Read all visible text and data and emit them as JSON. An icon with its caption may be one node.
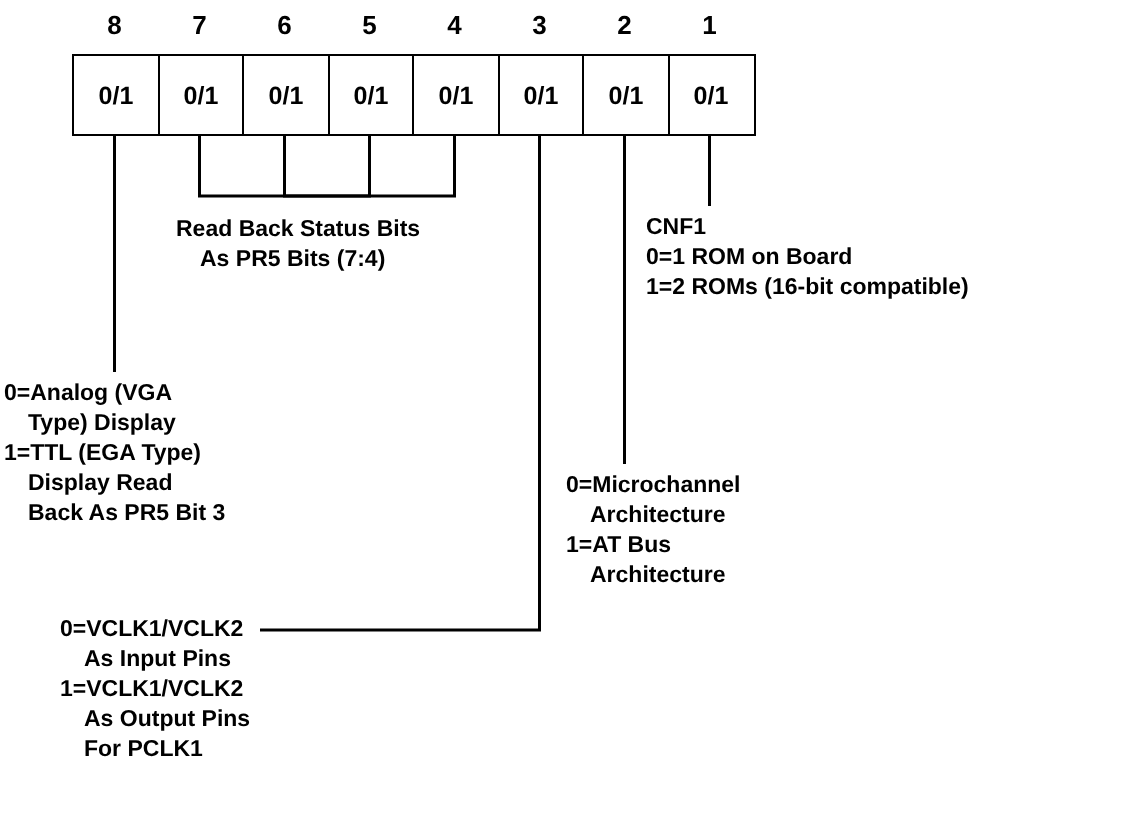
{
  "diagram": {
    "nodes": [
      {
        "text": [
          "0/1"
        ],
        "beside": [
          "8"
        ]
      },
      {
        "text": [
          "0/1"
        ],
        "beside": [
          "7"
        ]
      },
      {
        "text": [
          "0/1"
        ],
        "beside": [
          "6"
        ]
      },
      {
        "text": [
          "0/1"
        ],
        "beside": [
          "5"
        ]
      },
      {
        "text": [
          "0/1"
        ],
        "beside": [
          "4"
        ]
      },
      {
        "text": [
          "0/1"
        ],
        "beside": [
          "3"
        ]
      },
      {
        "text": [
          "0/1"
        ],
        "beside": [
          "2"
        ]
      },
      {
        "text": [
          "0/1"
        ],
        "beside": [
          "1"
        ]
      },
      {
        "text": [
          "Read Back Status Bits As PR5 Bits (7:4)"
        ]
      },
      {
        "text": [
          "CNF1",
          "0=1 ROM on Board",
          "1=2 ROMs (16-bit compatible)"
        ]
      },
      {
        "text": [
          "0=Analog (VGA Type) Display",
          "1=TTL (EGA Type) Display Read Back As PR5 Bit 3"
        ]
      },
      {
        "text": [
          "0=Microchannel Architecture",
          "1=AT Bus Architecture"
        ]
      },
      {
        "text": [
          "0=VCLK1/VCLK2 As Input Pins",
          "1=VCLK1/VCLK2 As Output Pins For PCLK1"
        ]
      }
    ],
    "edges": [
      {
        "from": 0,
        "to": 10,
        "arrow": "none"
      },
      {
        "from": 1,
        "to": 8,
        "arrow": "none"
      },
      {
        "from": 2,
        "to": 8,
        "arrow": "none"
      },
      {
        "from": 3,
        "to": 8,
        "arrow": "none"
      },
      {
        "from": 4,
        "to": 8,
        "arrow": "none"
      },
      {
        "from": 5,
        "to": 12,
        "arrow": "none"
      },
      {
        "from": 6,
        "to": 11,
        "arrow": "none"
      },
      {
        "from": 7,
        "to": 9,
        "arrow": "none"
      }
    ]
  }
}
